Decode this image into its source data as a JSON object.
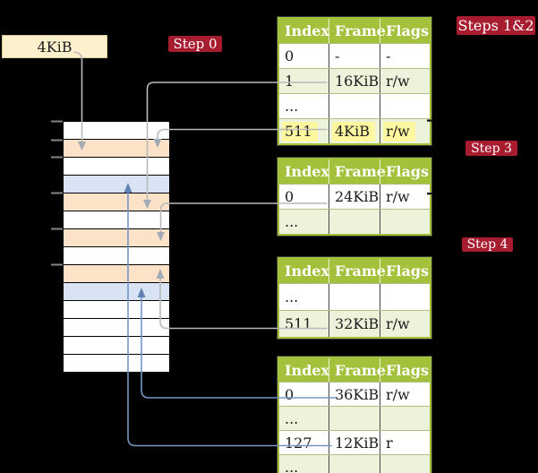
{
  "labels": {
    "root_box": "4KiB"
  },
  "badges": [
    {
      "label": "Step 0"
    },
    {
      "label": "Steps 1&2"
    },
    {
      "label": "Step 3"
    },
    {
      "label": "Step 4"
    }
  ],
  "tables": [
    {
      "name": "page-table-steps-1-2",
      "headers": [
        "Index",
        "Frame",
        "Flags"
      ],
      "rows": [
        {
          "cells": [
            "0",
            "-",
            "-"
          ],
          "shade": false,
          "highlight": false
        },
        {
          "cells": [
            "1",
            "16KiB",
            "r/w"
          ],
          "shade": true,
          "highlight": false
        },
        {
          "cells": [
            "...",
            "",
            ""
          ],
          "shade": false,
          "highlight": false
        },
        {
          "cells": [
            "511",
            "4KiB",
            "r/w"
          ],
          "shade": true,
          "highlight": true
        }
      ]
    },
    {
      "name": "page-table-step-3",
      "headers": [
        "Index",
        "Frame",
        "Flags"
      ],
      "rows": [
        {
          "cells": [
            "0",
            "24KiB",
            "r/w"
          ],
          "shade": false,
          "highlight": false
        },
        {
          "cells": [
            "...",
            "",
            ""
          ],
          "shade": true,
          "highlight": false
        }
      ]
    },
    {
      "name": "page-table-step-4",
      "headers": [
        "Index",
        "Frame",
        "Flags"
      ],
      "rows": [
        {
          "cells": [
            "...",
            "",
            ""
          ],
          "shade": false,
          "highlight": false
        },
        {
          "cells": [
            "511",
            "32KiB",
            "r/w"
          ],
          "shade": true,
          "highlight": false
        }
      ]
    },
    {
      "name": "page-table-final",
      "headers": [
        "Index",
        "Frame",
        "Flags"
      ],
      "rows": [
        {
          "cells": [
            "0",
            "36KiB",
            "r/w"
          ],
          "shade": false,
          "highlight": false
        },
        {
          "cells": [
            "...",
            "",
            ""
          ],
          "shade": true,
          "highlight": false
        },
        {
          "cells": [
            "127",
            "12KiB",
            "r"
          ],
          "shade": false,
          "highlight": false
        },
        {
          "cells": [
            "...",
            "",
            ""
          ],
          "shade": true,
          "highlight": false
        }
      ]
    }
  ],
  "memory": {
    "rows": [
      "white",
      "orange",
      "white",
      "blue",
      "orange",
      "white",
      "orange",
      "white",
      "orange",
      "blue",
      "white",
      "white",
      "white",
      "white"
    ]
  },
  "colors": {
    "bg": "#000000",
    "crimson": "#a81c30",
    "tgreen": "#a4c13c",
    "rowgreen": "#edf2da",
    "highlight": "#fdf7a0",
    "cream": "#fcf0cd",
    "orange": "#fce3c7",
    "blue": "#d8e4f3",
    "grayline": "#b9b9b9",
    "grayhead": "#a2aab6",
    "blueline": "#7795c3",
    "bluehead": "#6282b4"
  }
}
